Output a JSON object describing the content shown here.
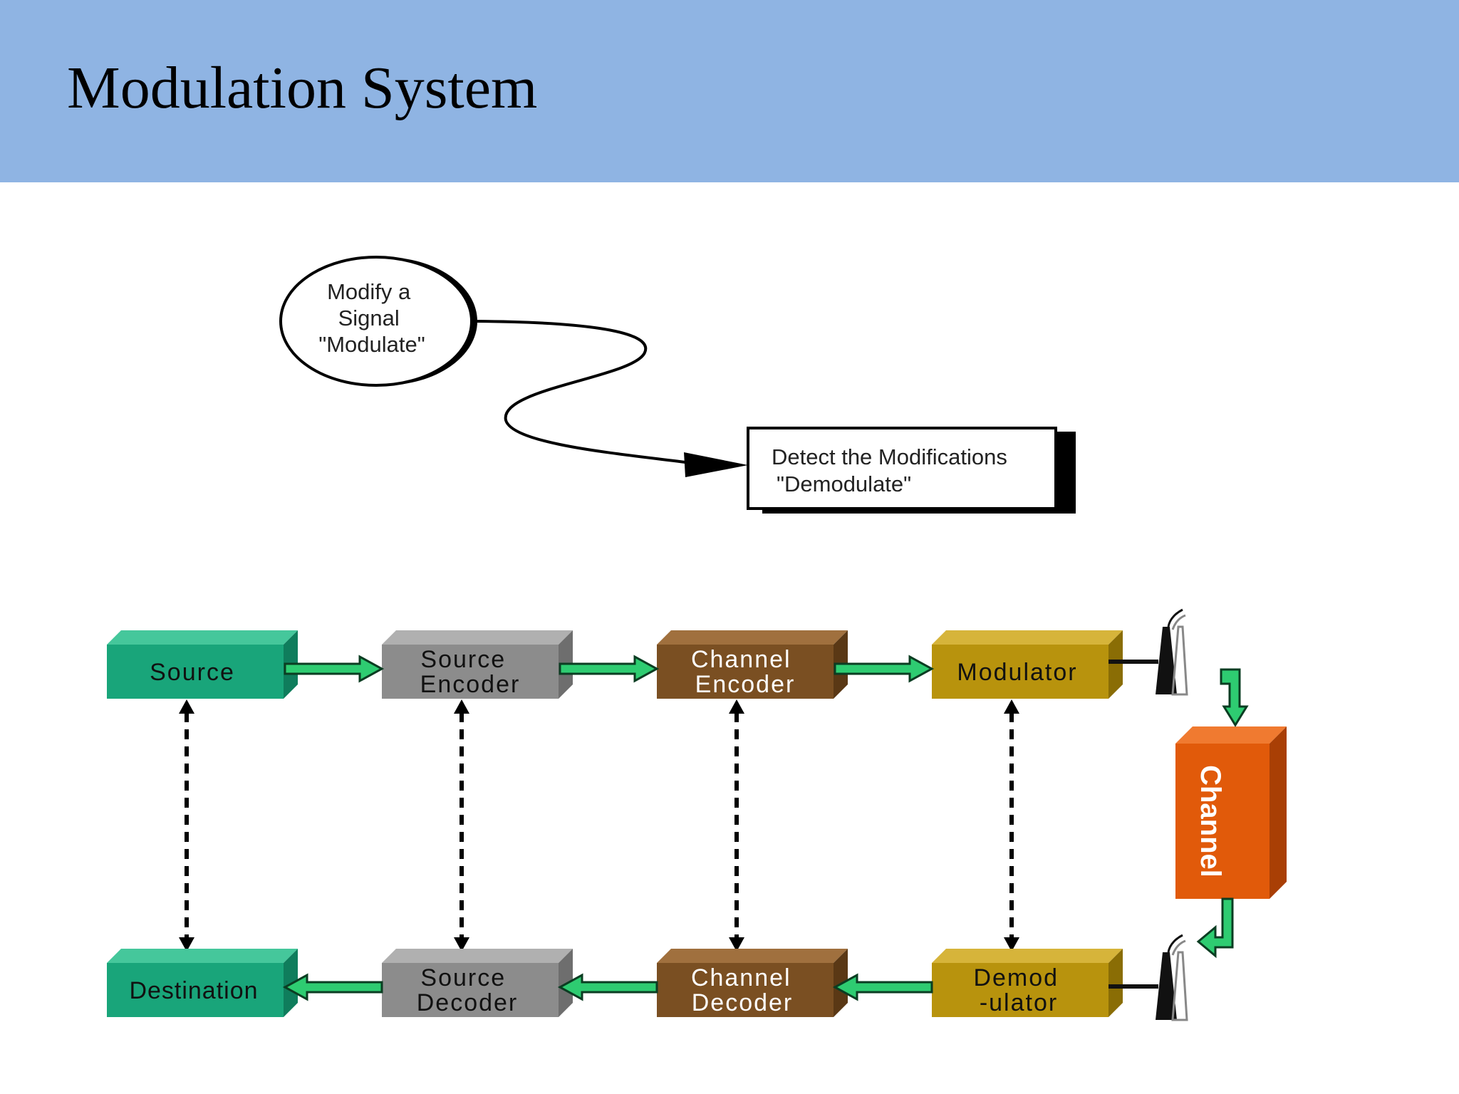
{
  "slide": {
    "title": "Modulation System"
  },
  "callouts": {
    "modify": [
      "Modify a",
      "Signal",
      "\"Modulate\""
    ],
    "detect": [
      "Detect the Modifications",
      "\"Demodulate\""
    ]
  },
  "blocks": {
    "source": [
      "Source"
    ],
    "source_encoder": [
      "Source",
      "Encoder"
    ],
    "channel_encoder": [
      "Channel",
      "Encoder"
    ],
    "modulator": [
      "Modulator"
    ],
    "channel": [
      "Channel"
    ],
    "destination": [
      "Destination"
    ],
    "source_decoder": [
      "Source",
      "Decoder"
    ],
    "channel_decoder": [
      "Channel",
      "Decoder"
    ],
    "demodulator": [
      "Demod",
      "-ulator"
    ]
  },
  "colors": {
    "header_bg": "#8fb4e3",
    "source_green": "#19a57a",
    "encoder_gray": "#8c8c8c",
    "channel_brown": "#7a4f22",
    "modulator_gold": "#b8930d",
    "channel_orange": "#e15a0a",
    "arrow_green": "#2ecc71"
  }
}
